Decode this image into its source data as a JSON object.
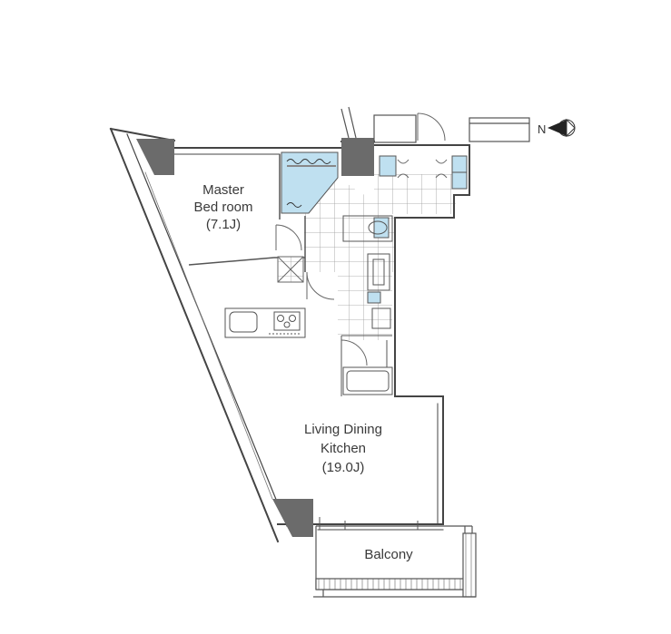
{
  "rooms": {
    "master_bedroom": {
      "name_line1": "Master",
      "name_line2": "Bed room",
      "size": "(7.1J)"
    },
    "ldk": {
      "name_line1": "Living Dining",
      "name_line2": "Kitchen",
      "size": "(19.0J)"
    },
    "balcony": {
      "name": "Balcony"
    }
  },
  "compass": {
    "letter": "N"
  },
  "colors": {
    "wall": "#444444",
    "column": "#6b6b6b",
    "bath_fill": "#bfe0f0",
    "line": "#555555"
  }
}
